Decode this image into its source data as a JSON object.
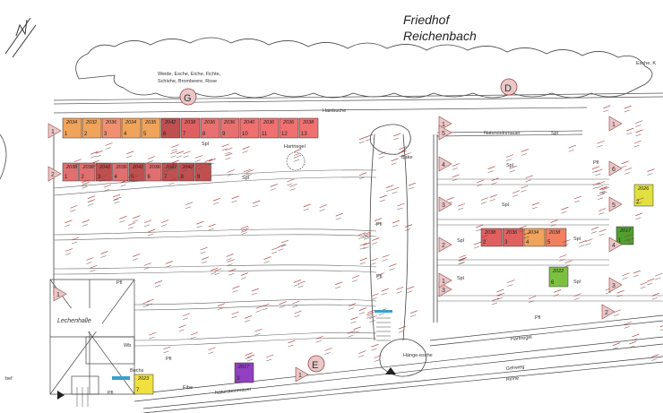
{
  "title": {
    "line1": "Friedhof",
    "line2": "Reichenbach"
  },
  "labels": {
    "hedge_species": [
      "Weide, Esche, Eiche, Fichte,",
      "Schlehe, Brombeere, Rose"
    ],
    "hedge_right": "Esche, K",
    "hainbuche": "Hainbuche",
    "hartriegel_top": "Hartriegel",
    "hartriegel_bottom": "Hartriegel",
    "natursteinmauer_top": "Natursteinmauer",
    "natursteinmauer_bottom": "Natursteinmauer",
    "spl": "Spl",
    "pfl": "Pfl",
    "birke": "Birke",
    "lerchenhalle": "Lechenhalle",
    "wb": "Wb",
    "buchs": "Buchs",
    "eibe": "Eibe",
    "gehweg": "Gehweg",
    "rinne": "Rinne",
    "haenge_esche": "Hänge-esche",
    "bef": "bef",
    "pfl_bottom": "Pfl"
  },
  "section_markers": [
    {
      "letter": "G"
    },
    {
      "letter": "D"
    },
    {
      "letter": "E"
    }
  ],
  "rows_top": {
    "row1_codes": [
      "2034",
      "2032",
      "2036",
      "2034",
      "2035",
      "2042",
      "2038",
      "2036",
      "2036",
      "2040",
      "2036",
      "2036",
      "2038"
    ],
    "row1_nums": [
      "1",
      "2",
      "3",
      "4",
      "5",
      "6",
      "7",
      "8",
      "9",
      "10",
      "11",
      "12",
      "13"
    ],
    "row1_colors": [
      "#f0a35a",
      "#f0a35a",
      "#f09070",
      "#f0a35a",
      "#f0a35a",
      "#c05050",
      "#e06060",
      "#e87070",
      "#e87070",
      "#f07070",
      "#f07070",
      "#f07070",
      "#f07070"
    ],
    "row2_codes": [
      "2038",
      "2038",
      "2042",
      "2036",
      "2041",
      "2036",
      "2042",
      "2042"
    ],
    "row2_nums": [
      "1",
      "2",
      "3",
      "4",
      "5",
      "6",
      "7",
      "8",
      "9"
    ],
    "row2_colors": [
      "#e07070",
      "#e07070",
      "#c05050",
      "#e07070",
      "#c05050",
      "#e07070",
      "#c05050",
      "#c05050",
      "#c05050"
    ]
  },
  "rows_right": {
    "row_codes": [
      "2038",
      "2036",
      "2034",
      "2038"
    ],
    "row_nums": [
      "2",
      "3",
      "4",
      "5"
    ],
    "row_colors": [
      "#e06060",
      "#e06060",
      "#f0a35a",
      "#f08060"
    ],
    "green_codes": [
      "2022",
      "2017",
      "2026"
    ],
    "green_nums": [
      "6",
      "1",
      "2"
    ],
    "green_colors": [
      "#7cc040",
      "#4fa030",
      "#e0e040"
    ]
  },
  "bottom_plots": {
    "codes": [
      "2023",
      "2017"
    ],
    "nums": [
      "7",
      "3"
    ],
    "colors": [
      "#f0e040",
      "#9040c0"
    ]
  },
  "row_markers": [
    "1",
    "2",
    "1",
    "3",
    "4",
    "5",
    "3",
    "2",
    "1",
    "1",
    "1",
    "6",
    "5",
    "4",
    "3",
    "2",
    "1"
  ],
  "colors": {
    "line": "#555555",
    "measure_red": "#b03030",
    "marker_fill": "#e8c8c8",
    "marker_stroke": "#a04040"
  }
}
